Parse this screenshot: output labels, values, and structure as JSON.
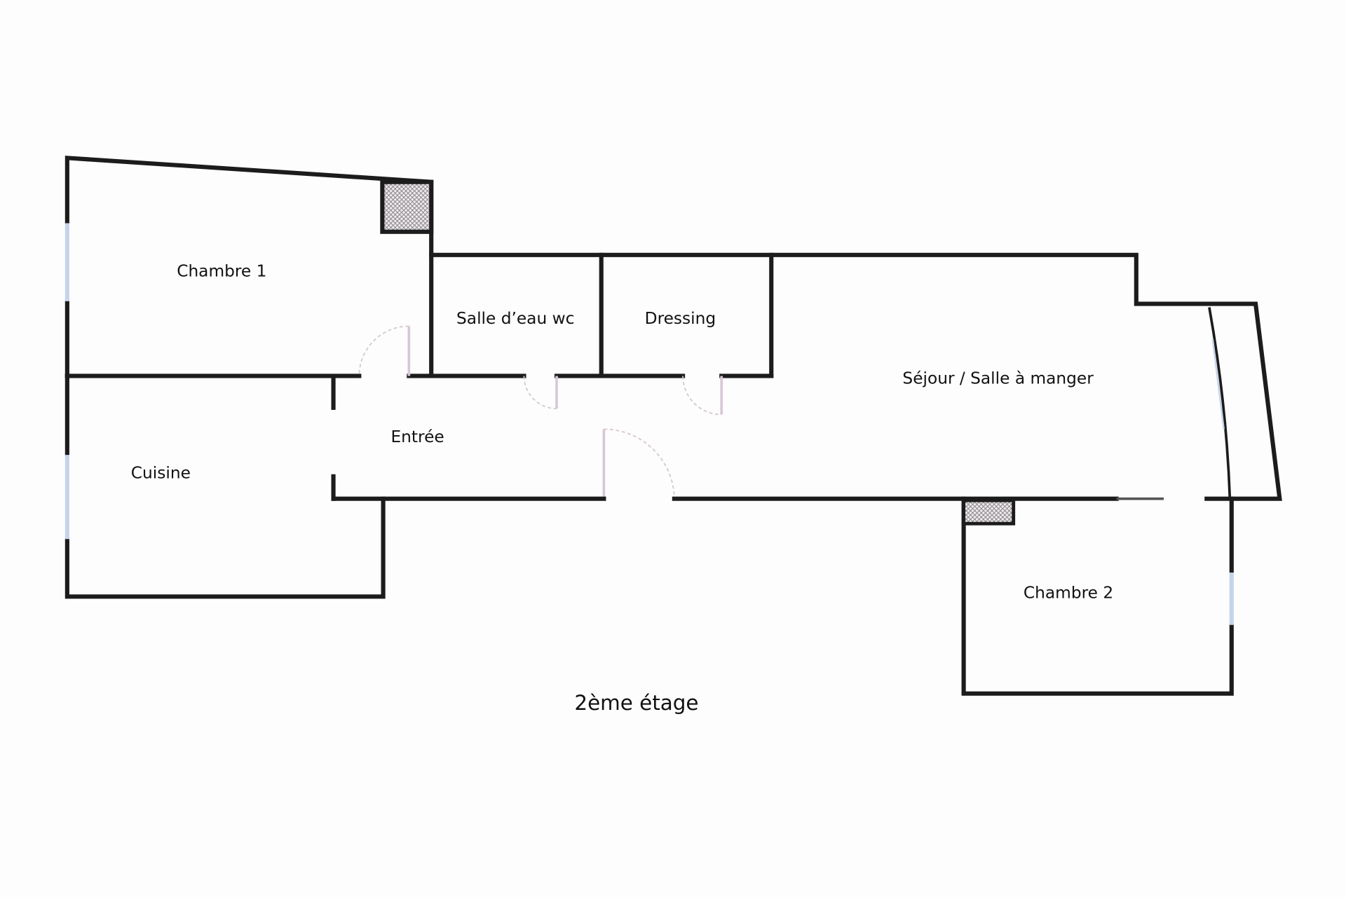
{
  "plan": {
    "title": "2ème étage",
    "rooms": {
      "chambre1": "Chambre 1",
      "salle_eau": "Salle d’eau wc",
      "dressing": "Dressing",
      "sejour": "Séjour / Salle à manger",
      "entree": "Entrée",
      "cuisine": "Cuisine",
      "chambre2": "Chambre 2"
    }
  },
  "colors": {
    "wall": "#1c1c1c",
    "window": "#c5d3ea",
    "chimney": "#d9c9d3"
  }
}
